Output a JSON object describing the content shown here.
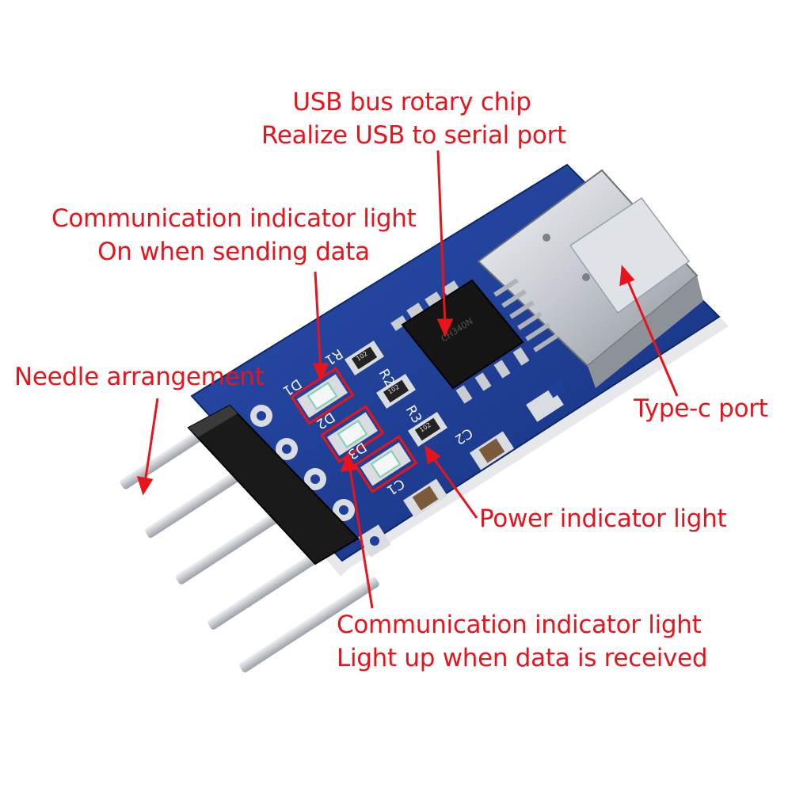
{
  "labels": {
    "chip": [
      "USB bus rotary chip",
      "Realize USB to serial port"
    ],
    "send_led": [
      "Communication indicator light",
      "On when sending data"
    ],
    "needle": "Needle arrangement",
    "typec": "Type-c port",
    "power_led": "Power indicator light",
    "recv_led": [
      "Communication indicator light",
      "Light up when data is received"
    ]
  },
  "silkscreen": {
    "r1": "R1",
    "r2": "R2",
    "r3": "R3",
    "d1": "D1",
    "d2": "D2",
    "d3": "D3",
    "c1": "C1",
    "c2": "C2",
    "res_value": "102",
    "chip_marking": "CH340N"
  },
  "colors": {
    "label": "#e8141c",
    "pcb": "#1f3f9a",
    "pcb_edge": "#0f2766",
    "header": "#1a1a1a",
    "pin": "#cfd3d8",
    "pad": "#d9dce1"
  }
}
